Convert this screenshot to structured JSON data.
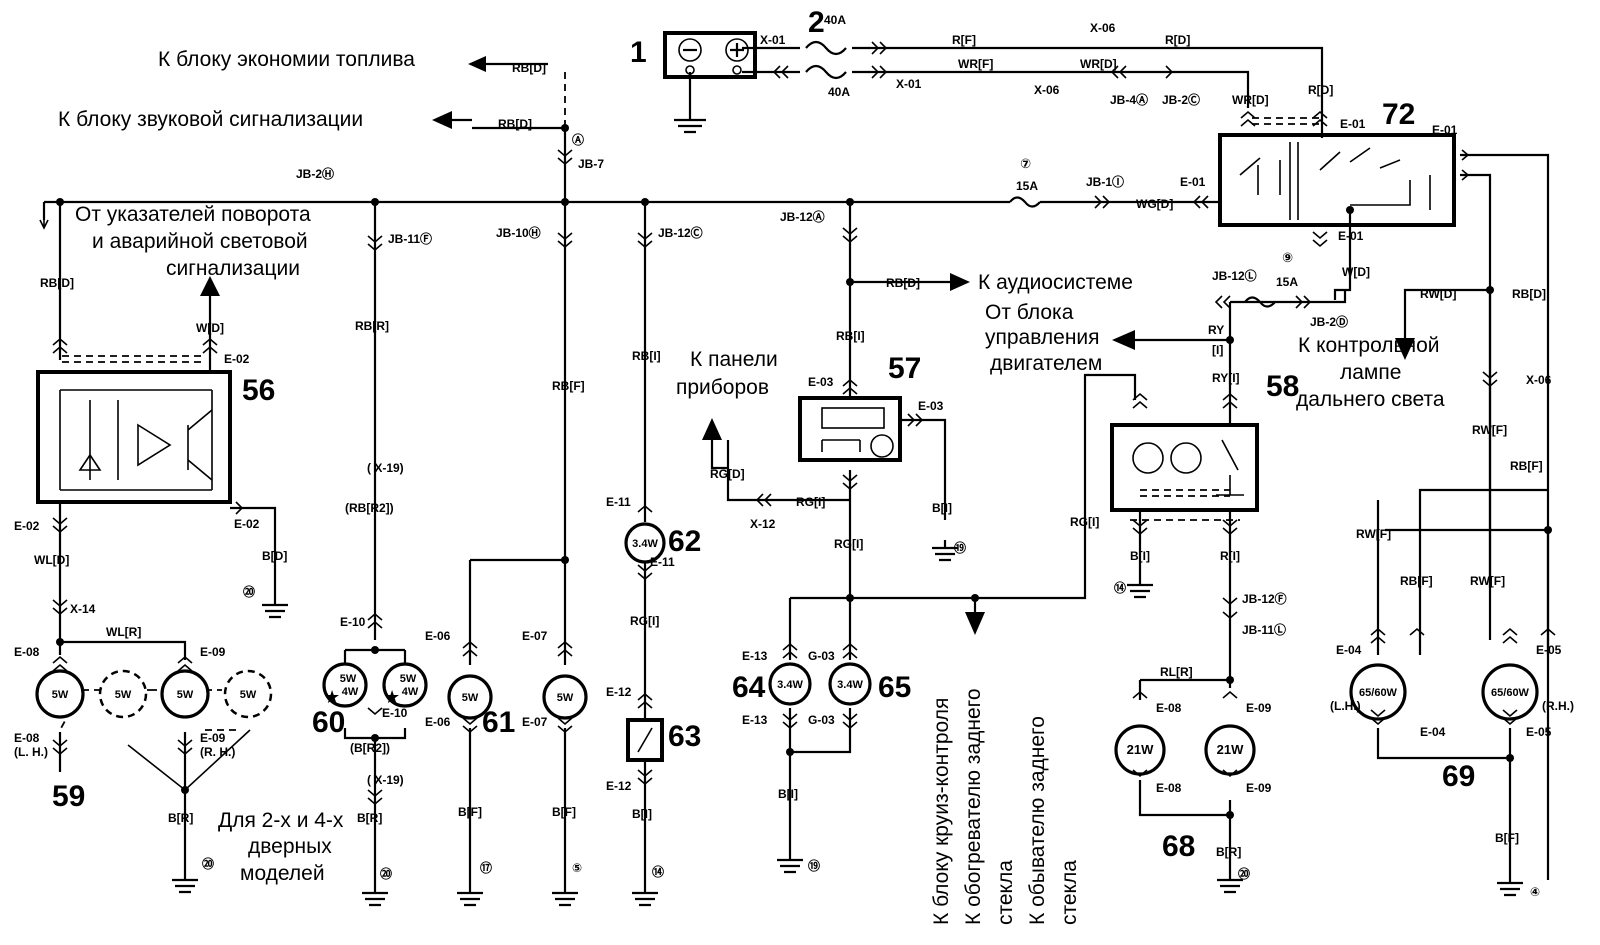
{
  "captions": {
    "fuel_econ": "К блоку экономии топлива",
    "horn": "К блоку звуковой сигнализации",
    "turn_from_1": "От указателей поворота",
    "turn_from_2": "и аварийной световой",
    "turn_from_3": "сигнализации",
    "audio": "К аудиосистеме",
    "ecu_1": "От блока",
    "ecu_2": "управления",
    "ecu_3": "двигателем",
    "hibeam_1": "К контрольной",
    "hibeam_2": "лампе",
    "hibeam_3": "дальнего света",
    "panel_1": "К панели",
    "panel_2": "приборов",
    "doors_1": "Для 2-х и 4-х",
    "doors_2": "дверных",
    "doors_3": "моделей",
    "v1": "К блоку круиз-контроля",
    "v2": "К обогревателю заднего",
    "v3": "стекла",
    "v4": "К обывателю заднего",
    "v5": "стекла"
  },
  "components": {
    "c1": "1",
    "c2": "2",
    "c56": "56",
    "c57": "57",
    "c58": "58",
    "c59": "59",
    "c60": "60",
    "c61": "61",
    "c62": "62",
    "c63": "63",
    "c64": "64",
    "c65": "65",
    "c68": "68",
    "c69": "69",
    "c72": "72"
  },
  "lamps": {
    "w5": "5W",
    "w34": "3.4W",
    "w21": "21W",
    "w65": "65/60W",
    "w4": "4W"
  },
  "labels": {
    "fuse40a_top": "40A",
    "fuse40a_bot": "40A",
    "fuse15a": "15A",
    "fuse15a_9": "15A",
    "f7": "⑦",
    "f9": "⑨",
    "x01_a": "X-01",
    "x01_b": "X-01",
    "x06_a": "X-06",
    "x06_b": "X-06",
    "x06_c": "X-06",
    "rf": "R[F]",
    "rd_top": "R[D]",
    "rd_right": "R[D]",
    "wrf": "WR[F]",
    "wrd": "WR[D]",
    "wrd2": "WR[D]",
    "jb4a": "JB-4Ⓐ",
    "jb2c": "JB-2Ⓒ",
    "rbd_1": "RB[D]",
    "rbd_2": "RB[D]",
    "a_circ": "Ⓐ",
    "jb7": "JB-7",
    "jb2h": "JB-2Ⓗ",
    "jb1i": "JB-1Ⓘ",
    "e01_a": "E-01",
    "e01_b": "E-01",
    "e01_c": "E-01",
    "e01_d": "E-01",
    "wgd": "WG[D]",
    "jb11f": "JB-11Ⓕ",
    "jb10h": "JB-10Ⓗ",
    "jb12c": "JB-12Ⓒ",
    "jb12a": "JB-12Ⓐ",
    "rbd_left": "RB[D]",
    "wd_56": "W[D]",
    "e02_a": "E-02",
    "e02_b": "E-02",
    "e02_c": "E-02",
    "wld": "WL[D]",
    "bd_56": "B[D]",
    "g20": "⑳",
    "x14": "X-14",
    "wlr": "WL[R]",
    "e08_a": "E-08",
    "e08_b": "E-08",
    "e09_a": "E-09",
    "e09_b": "E-09",
    "lh": "(L. H.)",
    "rh": "(R. H.)",
    "br_59": "B[R]",
    "g59": "⑳",
    "rbr": "RB[R]",
    "x19_a": "( X-19)",
    "rbr2": "(RB[R2])",
    "e10_a": "E-10",
    "e10_b": "E-10",
    "br2": "(B[R2])",
    "x19_b": "( X-19)",
    "br_60": "B[R]",
    "g60": "⑳",
    "e06_a": "E-06",
    "e06_b": "E-06",
    "bf_61": "B[F]",
    "g61": "⑰",
    "rbf": "RB[F]",
    "e07_a": "E-07",
    "e07_b": "E-07",
    "bf_rbf": "B[F]",
    "g_rbf": "⑤",
    "rbi_62": "RB[I]",
    "e11_a": "E-11",
    "e11_b": "E-11",
    "rgi_62": "RG[I]",
    "e12_a": "E-12",
    "e12_b": "E-12",
    "bi_63": "B[I]",
    "g63": "⑭",
    "rbd_aud": "RB[D]",
    "rbi_57": "RB[I]",
    "e03_a": "E-03",
    "e03_b": "E-03",
    "bi_57": "B[I]",
    "g57": "⑲",
    "rgd": "RG[D]",
    "rgi_57a": "RG[I]",
    "x12": "X-12",
    "rgi_57b": "RG[I]",
    "e13_a": "E-13",
    "e13_b": "E-13",
    "g03_a": "G-03",
    "g03_b": "G-03",
    "bi_64": "B[I]",
    "g64": "⑲",
    "jb12l": "JB-12Ⓛ",
    "jb2d": "JB-2Ⓓ",
    "wd_72": "W[D]",
    "ry": "RY",
    "ry_i": "[I]",
    "ryi": "RY[I]",
    "rgi_58": "RG[I]",
    "bi_58": "B[I]",
    "g58": "⑭",
    "ri_58": "R[I]",
    "jb12f": "JB-12Ⓕ",
    "jb11l": "JB-11Ⓛ",
    "rlr": "RL[R]",
    "br_68": "B[R]",
    "g68": "⑳",
    "rwd": "RW[D]",
    "rbd_r": "RB[D]",
    "rwf_a": "RW[F]",
    "rbf_r": "RB[F]",
    "rwf_b": "RW[F]",
    "rbf_b": "RB[F]",
    "rwf_c": "RW[F]",
    "e04_a": "E-04",
    "e04_b": "E-04",
    "e05_a": "E-05",
    "e05_b": "E-05",
    "lh69": "(L.H.)",
    "rh69": "(R.H.)",
    "bf_69": "B[F]",
    "g69": "④"
  }
}
